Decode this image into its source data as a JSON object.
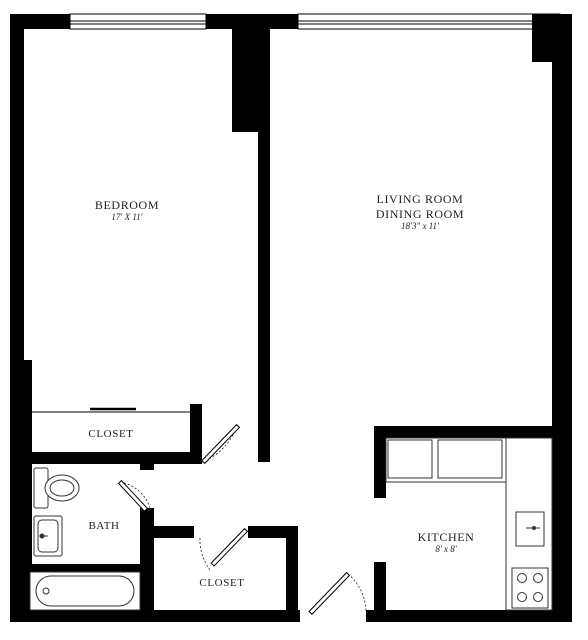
{
  "rooms": {
    "bedroom": {
      "name": "BEDROOM",
      "size": "17' X 11'"
    },
    "living": {
      "name_line1": "LIVING ROOM",
      "name_line2": "DINING ROOM",
      "size": "18'3\" x 11'"
    },
    "kitchen": {
      "name": "KITCHEN",
      "size": "8' x 8'"
    },
    "bath": {
      "name": "BATH"
    },
    "closet_bedroom": {
      "name": "CLOSET"
    },
    "closet_hall": {
      "name": "CLOSET"
    }
  },
  "colors": {
    "wall": "#000000",
    "fixture_line": "#333333",
    "background": "#ffffff"
  }
}
